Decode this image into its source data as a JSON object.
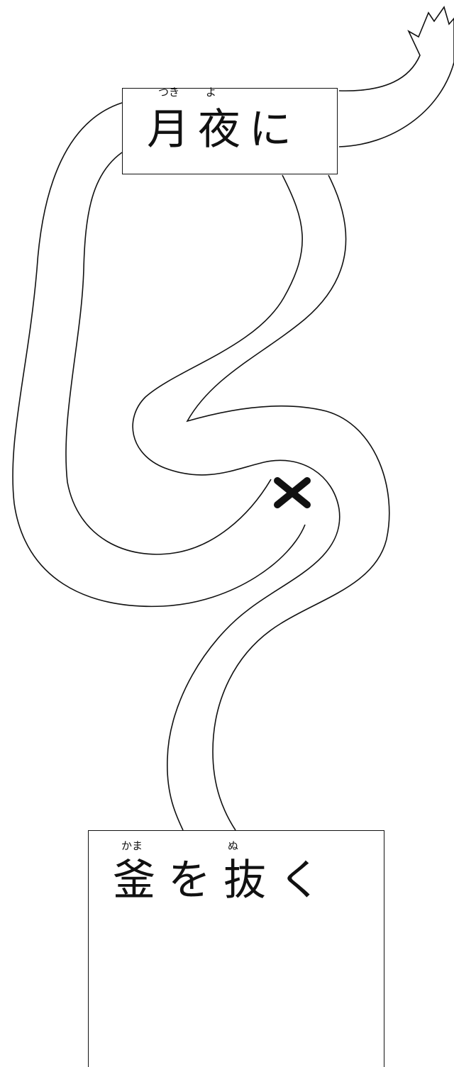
{
  "top_box": {
    "furigana_tsuki": "つき",
    "furigana_yo": "よ",
    "text": "月夜に"
  },
  "bottom_box": {
    "furigana_kama": "かま",
    "furigana_nu": "ぬ",
    "text": "釜を抜く"
  },
  "maze": {
    "mark_symbol": "✕",
    "colors": {
      "line": "#111111",
      "mark": "#111111",
      "cloud": "#4a4a4a",
      "moon": "#dcdcdc",
      "house": "#1c1c1c",
      "window_glow": "#bdbdbd"
    }
  }
}
